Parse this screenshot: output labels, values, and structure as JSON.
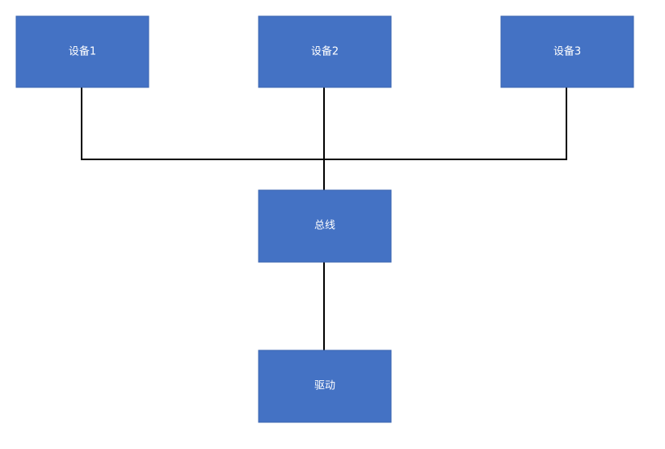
{
  "diagram": {
    "nodes": [
      {
        "id": "device1",
        "label": "设备1"
      },
      {
        "id": "device2",
        "label": "设备2"
      },
      {
        "id": "device3",
        "label": "设备3"
      },
      {
        "id": "bus",
        "label": "总线"
      },
      {
        "id": "driver",
        "label": "驱动"
      }
    ],
    "edges": [
      {
        "from": "device1",
        "to": "bus"
      },
      {
        "from": "device2",
        "to": "bus"
      },
      {
        "from": "device3",
        "to": "bus"
      },
      {
        "from": "bus",
        "to": "driver"
      }
    ],
    "colors": {
      "box_fill": "#4472c4",
      "box_text": "#ffffff",
      "connector": "#000000"
    }
  }
}
